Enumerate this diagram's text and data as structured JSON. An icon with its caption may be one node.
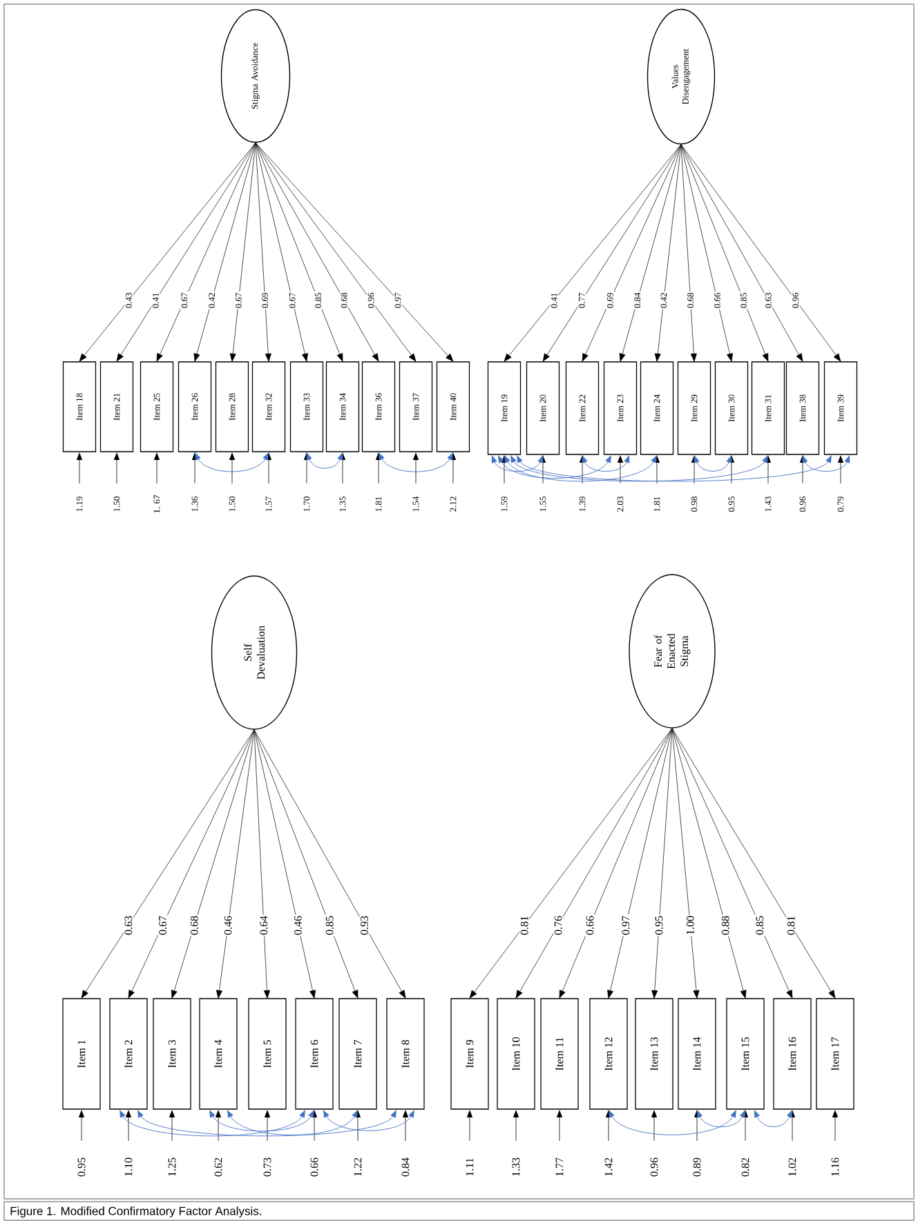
{
  "diagram": {
    "caption": "Figure 1.  Modified Confirmatory Factor Analysis.",
    "nodes": [
      {
        "text": [
          "Stigma Avoidance"
        ]
      },
      {
        "text": [
          "Item 18"
        ]
      },
      {
        "text": [
          "Item 21"
        ]
      },
      {
        "text": [
          "Item 25"
        ]
      },
      {
        "text": [
          "Item 26"
        ]
      },
      {
        "text": [
          "Item 28"
        ]
      },
      {
        "text": [
          "Item 32"
        ]
      },
      {
        "text": [
          "Item 33"
        ]
      },
      {
        "text": [
          "Item 34"
        ]
      },
      {
        "text": [
          "Item 36"
        ]
      },
      {
        "text": [
          "Item 37"
        ]
      },
      {
        "text": [
          "Item 40"
        ]
      },
      {
        "text": [
          "Values Disengagement"
        ]
      },
      {
        "text": [
          "Item 19"
        ]
      },
      {
        "text": [
          "Item 20"
        ]
      },
      {
        "text": [
          "Item 22"
        ]
      },
      {
        "text": [
          "Item 23"
        ]
      },
      {
        "text": [
          "Item 24"
        ]
      },
      {
        "text": [
          "Item 29"
        ]
      },
      {
        "text": [
          "Item 30"
        ]
      },
      {
        "text": [
          "Item 31"
        ]
      },
      {
        "text": [
          "Item 38"
        ]
      },
      {
        "text": [
          "Item 39"
        ]
      },
      {
        "text": [
          "Self Devaluation"
        ]
      },
      {
        "text": [
          "Item 1"
        ]
      },
      {
        "text": [
          "Item 2"
        ]
      },
      {
        "text": [
          "Item 3"
        ]
      },
      {
        "text": [
          "Item 4"
        ]
      },
      {
        "text": [
          "Item 5"
        ]
      },
      {
        "text": [
          "Item 6"
        ]
      },
      {
        "text": [
          "Item 7"
        ]
      },
      {
        "text": [
          "Item 8"
        ]
      },
      {
        "text": [
          "Fear of Enacted Stigma"
        ]
      },
      {
        "text": [
          "Item 9"
        ]
      },
      {
        "text": [
          "Item 10"
        ]
      },
      {
        "text": [
          "Item 11"
        ]
      },
      {
        "text": [
          "Item 12"
        ]
      },
      {
        "text": [
          "Item 13"
        ]
      },
      {
        "text": [
          "Item 14"
        ]
      },
      {
        "text": [
          "Item 15"
        ]
      },
      {
        "text": [
          "Item 16"
        ]
      },
      {
        "text": [
          "Item 17"
        ]
      }
    ],
    "edges": [
      {
        "from": 0,
        "to": 1,
        "arrow": "to",
        "label": "0.43"
      },
      {
        "from": 0,
        "to": 2,
        "arrow": "to",
        "label": "0.41"
      },
      {
        "from": 0,
        "to": 3,
        "arrow": "to",
        "label": "0.67"
      },
      {
        "from": 0,
        "to": 4,
        "arrow": "to",
        "label": "0.42"
      },
      {
        "from": 0,
        "to": 5,
        "arrow": "to",
        "label": "0.67"
      },
      {
        "from": 0,
        "to": 6,
        "arrow": "to",
        "label": "0.69"
      },
      {
        "from": 0,
        "to": 7,
        "arrow": "to",
        "label": "0.67"
      },
      {
        "from": 0,
        "to": 8,
        "arrow": "to",
        "label": "0.85"
      },
      {
        "from": 0,
        "to": 9,
        "arrow": "to",
        "label": "0.68"
      },
      {
        "from": 0,
        "to": 10,
        "arrow": "to",
        "label": "0.96"
      },
      {
        "from": 0,
        "to": 11,
        "arrow": "to",
        "label": "0.97"
      },
      {
        "from": 12,
        "to": 13,
        "arrow": "to",
        "label": "0.41"
      },
      {
        "from": 12,
        "to": 14,
        "arrow": "to",
        "label": "0.77"
      },
      {
        "from": 12,
        "to": 15,
        "arrow": "to",
        "label": "0.69"
      },
      {
        "from": 12,
        "to": 16,
        "arrow": "to",
        "label": "0.84"
      },
      {
        "from": 12,
        "to": 17,
        "arrow": "to",
        "label": "0.42"
      },
      {
        "from": 12,
        "to": 18,
        "arrow": "to",
        "label": "0.68"
      },
      {
        "from": 12,
        "to": 19,
        "arrow": "to",
        "label": "0.66"
      },
      {
        "from": 12,
        "to": 20,
        "arrow": "to",
        "label": "0.85"
      },
      {
        "from": 12,
        "to": 21,
        "arrow": "to",
        "label": "0.63"
      },
      {
        "from": 12,
        "to": 22,
        "arrow": "to",
        "label": "0.96"
      },
      {
        "from": 23,
        "to": 24,
        "arrow": "to",
        "label": "0.63"
      },
      {
        "from": 23,
        "to": 25,
        "arrow": "to",
        "label": "0.67"
      },
      {
        "from": 23,
        "to": 26,
        "arrow": "to",
        "label": "0.68"
      },
      {
        "from": 23,
        "to": 27,
        "arrow": "to",
        "label": "0.46"
      },
      {
        "from": 23,
        "to": 28,
        "arrow": "to",
        "label": "0.64"
      },
      {
        "from": 23,
        "to": 29,
        "arrow": "to",
        "label": "0.46"
      },
      {
        "from": 23,
        "to": 30,
        "arrow": "to",
        "label": "0.85"
      },
      {
        "from": 23,
        "to": 31,
        "arrow": "to",
        "label": "0.93"
      },
      {
        "from": 32,
        "to": 33,
        "arrow": "to",
        "label": "0.81"
      },
      {
        "from": 32,
        "to": 34,
        "arrow": "to",
        "label": "0.76"
      },
      {
        "from": 32,
        "to": 35,
        "arrow": "to",
        "label": "0.66"
      },
      {
        "from": 32,
        "to": 36,
        "arrow": "to",
        "label": "0.97"
      },
      {
        "from": 32,
        "to": 37,
        "arrow": "to",
        "label": "0.95"
      },
      {
        "from": 32,
        "to": 38,
        "arrow": "to",
        "label": "1.00"
      },
      {
        "from": 32,
        "to": 39,
        "arrow": "to",
        "label": "0.88"
      },
      {
        "from": 32,
        "to": 40,
        "arrow": "to",
        "label": "0.85"
      },
      {
        "from": 32,
        "to": 41,
        "arrow": "to",
        "label": "0.81"
      },
      {
        "from": null,
        "to": 1,
        "arrow": "to",
        "label": "1.19"
      },
      {
        "from": null,
        "to": 2,
        "arrow": "to",
        "label": "1.50"
      },
      {
        "from": null,
        "to": 3,
        "arrow": "to",
        "label": "1. 67"
      },
      {
        "from": null,
        "to": 4,
        "arrow": "to",
        "label": "1.36"
      },
      {
        "from": null,
        "to": 5,
        "arrow": "to",
        "label": "1.50"
      },
      {
        "from": null,
        "to": 6,
        "arrow": "to",
        "label": "1.57"
      },
      {
        "from": null,
        "to": 7,
        "arrow": "to",
        "label": "1.70"
      },
      {
        "from": null,
        "to": 8,
        "arrow": "to",
        "label": "1.35"
      },
      {
        "from": null,
        "to": 9,
        "arrow": "to",
        "label": "1.81"
      },
      {
        "from": null,
        "to": 10,
        "arrow": "to",
        "label": "1.54"
      },
      {
        "from": null,
        "to": 11,
        "arrow": "to",
        "label": "2.12"
      },
      {
        "from": null,
        "to": 13,
        "arrow": "to",
        "label": "1.59"
      },
      {
        "from": null,
        "to": 14,
        "arrow": "to",
        "label": "1.55"
      },
      {
        "from": null,
        "to": 15,
        "arrow": "to",
        "label": "1.39"
      },
      {
        "from": null,
        "to": 16,
        "arrow": "to",
        "label": "2.03"
      },
      {
        "from": null,
        "to": 17,
        "arrow": "to",
        "label": "1.81"
      },
      {
        "from": null,
        "to": 18,
        "arrow": "to",
        "label": "0.98"
      },
      {
        "from": null,
        "to": 19,
        "arrow": "to",
        "label": "0.95"
      },
      {
        "from": null,
        "to": 20,
        "arrow": "to",
        "label": "1.43"
      },
      {
        "from": null,
        "to": 21,
        "arrow": "to",
        "label": "0.96"
      },
      {
        "from": null,
        "to": 22,
        "arrow": "to",
        "label": "0.79"
      },
      {
        "from": null,
        "to": 24,
        "arrow": "to",
        "label": "0.95"
      },
      {
        "from": null,
        "to": 25,
        "arrow": "to",
        "label": "1.10"
      },
      {
        "from": null,
        "to": 26,
        "arrow": "to",
        "label": "1.25"
      },
      {
        "from": null,
        "to": 27,
        "arrow": "to",
        "label": "0.62"
      },
      {
        "from": null,
        "to": 28,
        "arrow": "to",
        "label": "0.73"
      },
      {
        "from": null,
        "to": 29,
        "arrow": "to",
        "label": "0.66"
      },
      {
        "from": null,
        "to": 30,
        "arrow": "to",
        "label": "1.22"
      },
      {
        "from": null,
        "to": 31,
        "arrow": "to",
        "label": "0.84"
      },
      {
        "from": null,
        "to": 33,
        "arrow": "to",
        "label": "1.11"
      },
      {
        "from": null,
        "to": 34,
        "arrow": "to",
        "label": "1.33"
      },
      {
        "from": null,
        "to": 35,
        "arrow": "to",
        "label": "1.77"
      },
      {
        "from": null,
        "to": 36,
        "arrow": "to",
        "label": "1.42"
      },
      {
        "from": null,
        "to": 37,
        "arrow": "to",
        "label": "0.96"
      },
      {
        "from": null,
        "to": 38,
        "arrow": "to",
        "label": "0.89"
      },
      {
        "from": null,
        "to": 39,
        "arrow": "to",
        "label": "0.82"
      },
      {
        "from": null,
        "to": 40,
        "arrow": "to",
        "label": "1.02"
      },
      {
        "from": null,
        "to": 41,
        "arrow": "to",
        "label": "1.16"
      },
      {
        "from": 4,
        "to": 6,
        "arrow": "both",
        "color": "#4472c4"
      },
      {
        "from": 7,
        "to": 8,
        "arrow": "both",
        "color": "#4472c4"
      },
      {
        "from": 9,
        "to": 11,
        "arrow": "both",
        "color": "#4472c4"
      },
      {
        "from": 13,
        "to": 14,
        "arrow": "both",
        "color": "#4472c4"
      },
      {
        "from": 13,
        "to": 16,
        "arrow": "both",
        "color": "#4472c4"
      },
      {
        "from": 13,
        "to": 17,
        "arrow": "both",
        "color": "#4472c4"
      },
      {
        "from": 13,
        "to": 20,
        "arrow": "both",
        "color": "#4472c4"
      },
      {
        "from": 13,
        "to": 22,
        "arrow": "both",
        "color": "#4472c4"
      },
      {
        "from": 15,
        "to": 16,
        "arrow": "both",
        "color": "#4472c4"
      },
      {
        "from": 18,
        "to": 19,
        "arrow": "both",
        "color": "#4472c4"
      },
      {
        "from": 21,
        "to": 22,
        "arrow": "both",
        "color": "#4472c4"
      },
      {
        "from": 25,
        "to": 29,
        "arrow": "both",
        "color": "#4472c4"
      },
      {
        "from": 25,
        "to": 31,
        "arrow": "both",
        "color": "#4472c4"
      },
      {
        "from": 27,
        "to": 29,
        "arrow": "both",
        "color": "#4472c4"
      },
      {
        "from": 27,
        "to": 30,
        "arrow": "both",
        "color": "#4472c4"
      },
      {
        "from": 29,
        "to": 31,
        "arrow": "both",
        "color": "#4472c4"
      },
      {
        "from": 36,
        "to": 39,
        "arrow": "both",
        "color": "#4472c4"
      },
      {
        "from": 38,
        "to": 39,
        "arrow": "both",
        "color": "#4472c4"
      },
      {
        "from": 39,
        "to": 40,
        "arrow": "both",
        "color": "#4472c4"
      }
    ]
  }
}
